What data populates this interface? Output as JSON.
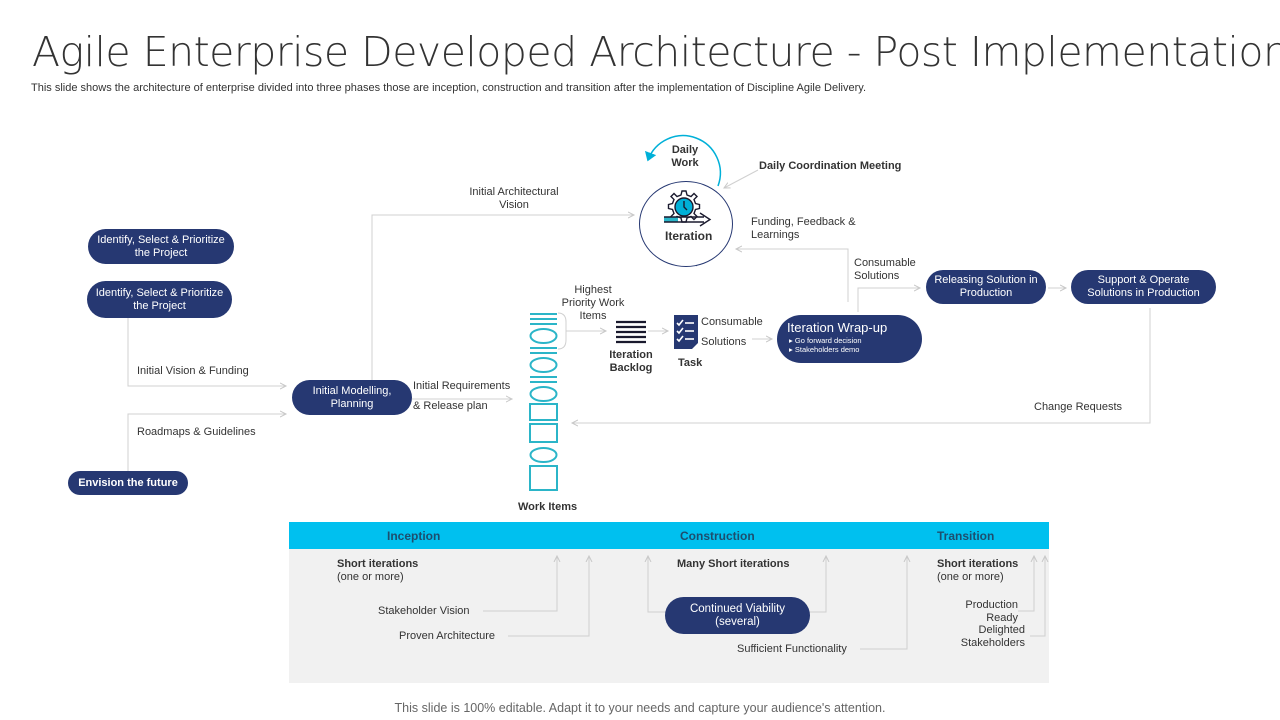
{
  "title": "Agile Enterprise Developed Architecture - Post Implementation",
  "subtitle": "This slide shows the architecture of enterprise divided into three phases those are inception, construction and transition after the implementation of Discipline Agile Delivery.",
  "footer": "This slide is 100% editable. Adapt it to your needs and capture your audience's attention.",
  "colors": {
    "navy": "#263872",
    "cyan": "#00c0ef",
    "teal": "#2bb5c8",
    "panel": "#f1f1f1"
  },
  "nodes": {
    "identify_1": "Identify, Select & Prioritize the Project",
    "identify_2": "Identify, Select & Prioritize the Project",
    "envision": "Envision the future",
    "initial_modelling": "Initial Modelling, Planning",
    "iteration": "Iteration",
    "daily_work": "Daily Work",
    "daily_coordination": "Daily Coordination Meeting",
    "iteration_backlog": "Iteration Backlog",
    "task": "Task",
    "work_items": "Work Items",
    "iteration_wrapup": {
      "title": "Iteration Wrap-up",
      "bullets": [
        "Go forward decision",
        "Stakeholders demo"
      ]
    },
    "releasing": "Releasing Solution in Production",
    "support": "Support & Operate Solutions in Production"
  },
  "edge_labels": {
    "initial_vision_funding": "Initial Vision & Funding",
    "roadmaps": "Roadmaps & Guidelines",
    "initial_arch_vision": "Initial Architectural Vision",
    "initial_requirements": "Initial Requirements",
    "release_plan": "& Release plan",
    "highest_priority": "Highest Priority Work Items",
    "consumable_1": "Consumable",
    "solutions_1": "Solutions",
    "funding_feedback": "Funding, Feedback & Learnings",
    "consumable_solutions": "Consumable Solutions",
    "change_requests": "Change Requests"
  },
  "phases": {
    "inception": {
      "title": "Inception",
      "iter_bold": "Short iterations",
      "iter_sub": "(one or more)",
      "milestones": [
        "Stakeholder Vision",
        "Proven Architecture"
      ]
    },
    "construction": {
      "title": "Construction",
      "iter_bold": "Many Short iterations",
      "pill": "Continued Viability (several)",
      "milestones": [
        "Sufficient Functionality"
      ]
    },
    "transition": {
      "title": "Transition",
      "iter_bold": "Short iterations",
      "iter_sub": "(one or more)",
      "milestones": [
        "Production Ready",
        "Delighted Stakeholders"
      ]
    }
  }
}
